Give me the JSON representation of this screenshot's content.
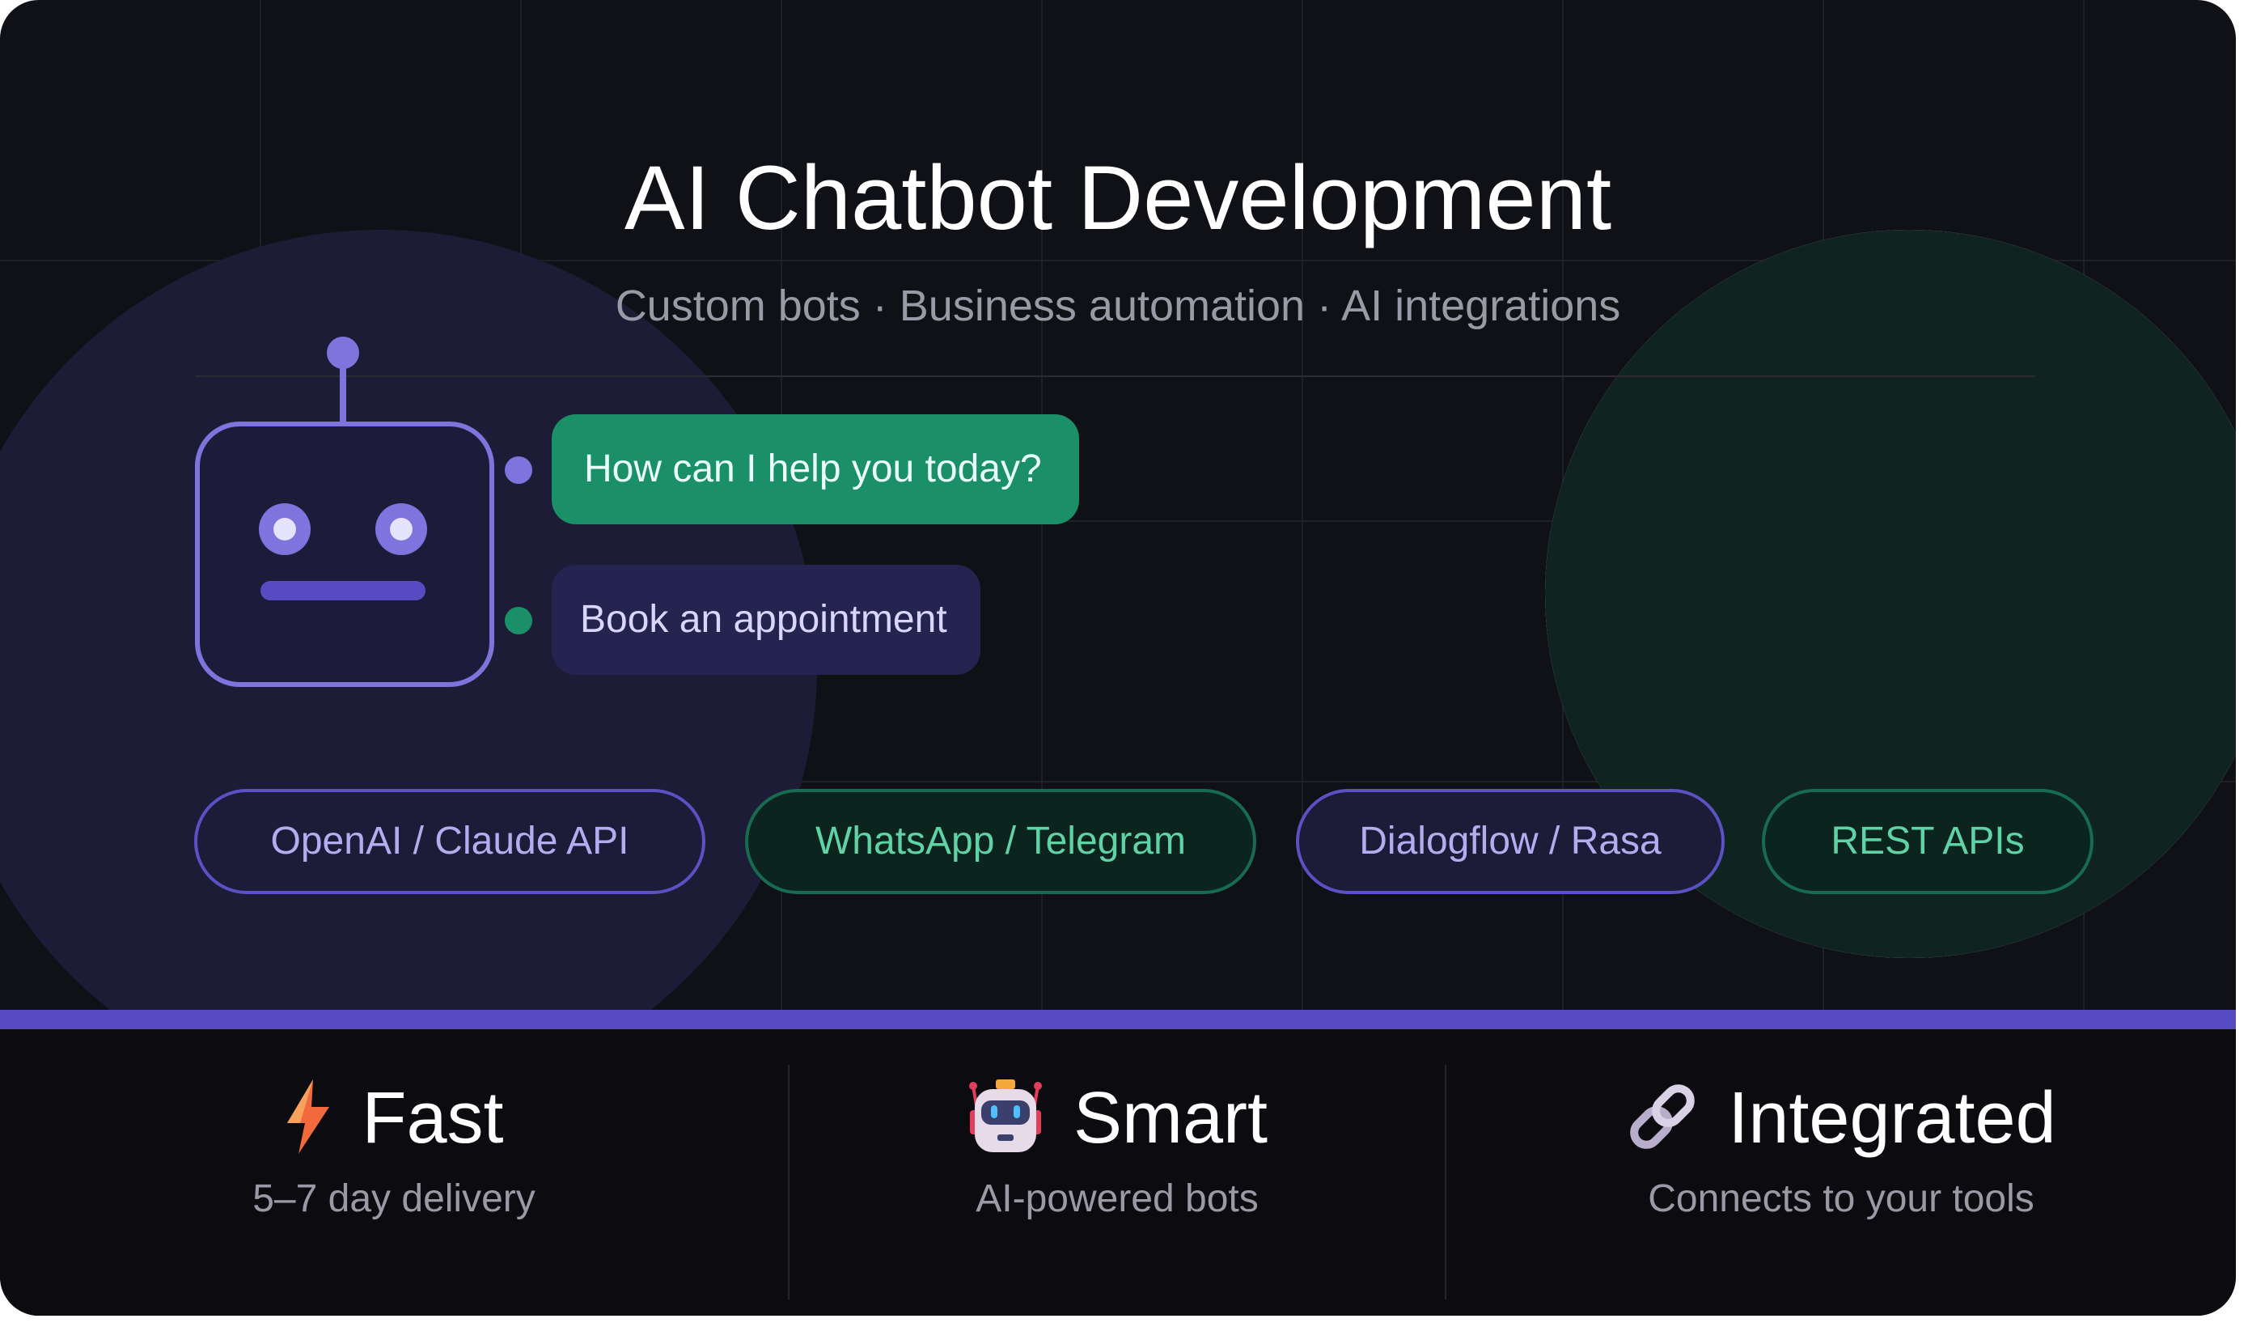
{
  "colors": {
    "background": "#101116",
    "accent_purple": "#574bc2",
    "accent_green": "#1b9068",
    "text_muted": "#9a9aa6"
  },
  "header": {
    "title": "AI Chatbot Development",
    "subtitle": "Custom bots · Business automation · AI integrations"
  },
  "chat": {
    "bot_message": "How can I help you today?",
    "user_message": "Book an appointment"
  },
  "tags": [
    {
      "label": "OpenAI / Claude API",
      "icon": "none"
    },
    {
      "label": "WhatsApp / Telegram",
      "icon": "none"
    },
    {
      "label": "Dialogflow / Rasa",
      "icon": "none"
    },
    {
      "label": "REST APIs",
      "icon": "none"
    }
  ],
  "features": [
    {
      "title": "Fast",
      "subtitle": "5–7 day delivery",
      "icon": "lightning-icon"
    },
    {
      "title": "Smart",
      "subtitle": "AI-powered bots",
      "icon": "robot-icon"
    },
    {
      "title": "Integrated",
      "subtitle": "Connects to your tools",
      "icon": "link-icon"
    }
  ]
}
